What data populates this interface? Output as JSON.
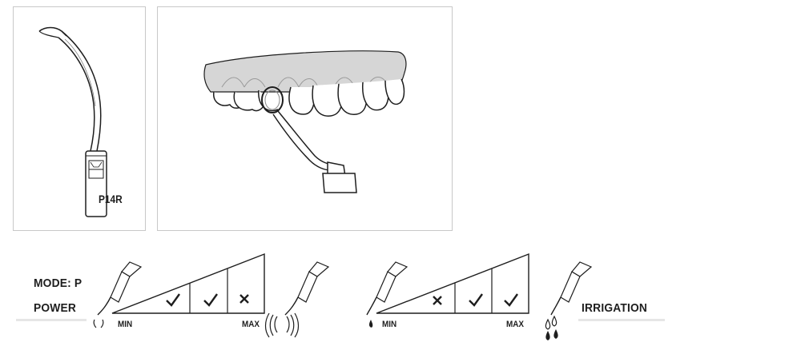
{
  "tip_code": "P14R",
  "mode_label": "MODE: P",
  "power_label": "POWER",
  "irrigation_label": "IRRIGATION",
  "power_scale": {
    "min_label": "MIN",
    "max_label": "MAX",
    "steps": [
      "check",
      "check",
      "cross"
    ]
  },
  "irrigation_scale": {
    "min_label": "MIN",
    "max_label": "MAX",
    "steps": [
      "cross",
      "check",
      "check"
    ]
  },
  "icons": [
    "check-icon",
    "cross-icon",
    "handpiece-icon",
    "vibration-icon",
    "water-drop-icon"
  ],
  "colors": {
    "line": "#1e1e1e",
    "gum": "#d6d6d6",
    "border": "#c8c8c8",
    "underline": "#e6e6e6"
  }
}
